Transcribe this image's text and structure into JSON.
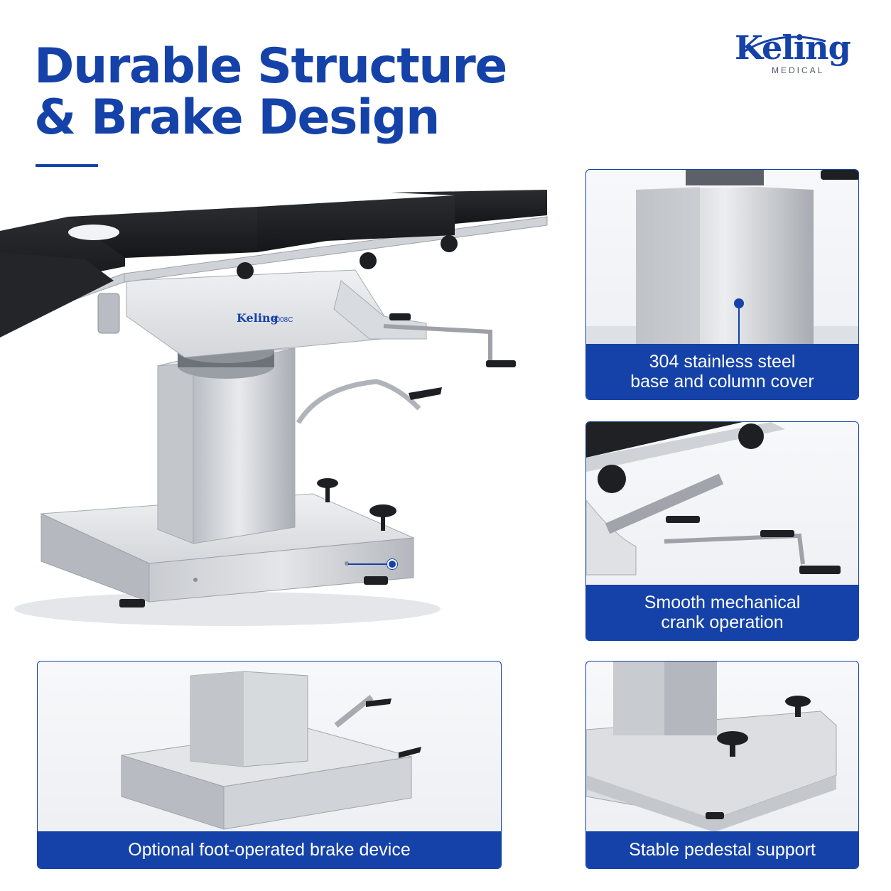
{
  "header": {
    "title_line1": "Durable Structure",
    "title_line2": "& Brake Design"
  },
  "logo": {
    "wordmark": "Keling",
    "subtitle": "MEDICAL"
  },
  "hero": {
    "product_brand": "Keling",
    "product_model": "3008C"
  },
  "features": [
    {
      "caption_line1": "304 stainless steel",
      "caption_line2": "base and column cover",
      "icon": "steel-column"
    },
    {
      "caption_line1": "Smooth mechanical",
      "caption_line2": "crank operation",
      "icon": "crank-handle"
    },
    {
      "caption": "Optional foot-operated brake device",
      "icon": "foot-brake"
    },
    {
      "caption": "Stable pedestal support",
      "icon": "pedestal"
    }
  ],
  "colors": {
    "brand_blue": "#1542a8",
    "steel": "#c9ccd1",
    "pad_black": "#1e1f22"
  }
}
